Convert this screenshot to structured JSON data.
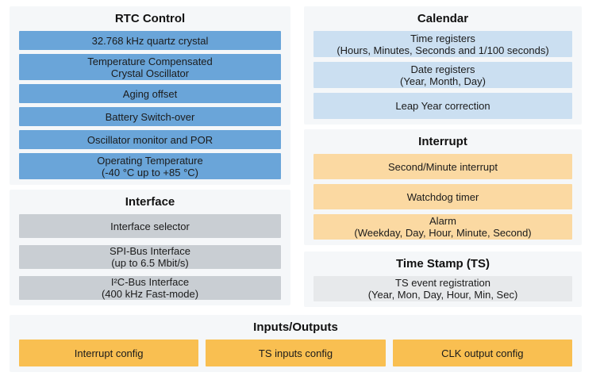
{
  "colors": {
    "blue": "#6aa5d9",
    "light_blue": "#cbdff1",
    "gray": "#c9ced3",
    "light_gray": "#e7e9eb",
    "light_orange": "#fbd9a2",
    "orange": "#f9bf51",
    "panel_background": "#f5f7f9",
    "text": "#1b1b1b"
  },
  "sections": {
    "rtc": {
      "title": "RTC Control",
      "items": [
        {
          "line1": "32.768 kHz quartz crystal"
        },
        {
          "line1": "Temperature Compensated",
          "line2": "Crystal Oscillator"
        },
        {
          "line1": "Aging offset"
        },
        {
          "line1": "Battery Switch-over"
        },
        {
          "line1": "Oscillator monitor and POR"
        },
        {
          "line1": "Operating Temperature",
          "line2": "(-40 °C up to +85 °C)"
        }
      ]
    },
    "interface": {
      "title": "Interface",
      "items": [
        {
          "line1": "Interface selector"
        },
        {
          "line1": "SPI-Bus Interface",
          "line2": "(up to 6.5 Mbit/s)"
        },
        {
          "line1": "I²C-Bus Interface",
          "line2": "(400 kHz Fast-mode)"
        }
      ]
    },
    "calendar": {
      "title": "Calendar",
      "items": [
        {
          "line1": "Time registers",
          "line2": "(Hours, Minutes, Seconds and 1/100 seconds)"
        },
        {
          "line1": "Date registers",
          "line2": "(Year, Month, Day)"
        },
        {
          "line1": "Leap Year correction"
        }
      ]
    },
    "interrupt": {
      "title": "Interrupt",
      "items": [
        {
          "line1": "Second/Minute interrupt"
        },
        {
          "line1": "Watchdog timer"
        },
        {
          "line1": "Alarm",
          "line2": "(Weekday, Day, Hour, Minute, Second)"
        }
      ]
    },
    "timestamp": {
      "title": "Time Stamp (TS)",
      "items": [
        {
          "line1": "TS event registration",
          "line2": "(Year, Mon, Day, Hour, Min, Sec)"
        }
      ]
    },
    "io": {
      "title": "Inputs/Outputs",
      "items": [
        {
          "line1": "Interrupt config"
        },
        {
          "line1": "TS inputs config"
        },
        {
          "line1": "CLK output config"
        }
      ]
    }
  }
}
